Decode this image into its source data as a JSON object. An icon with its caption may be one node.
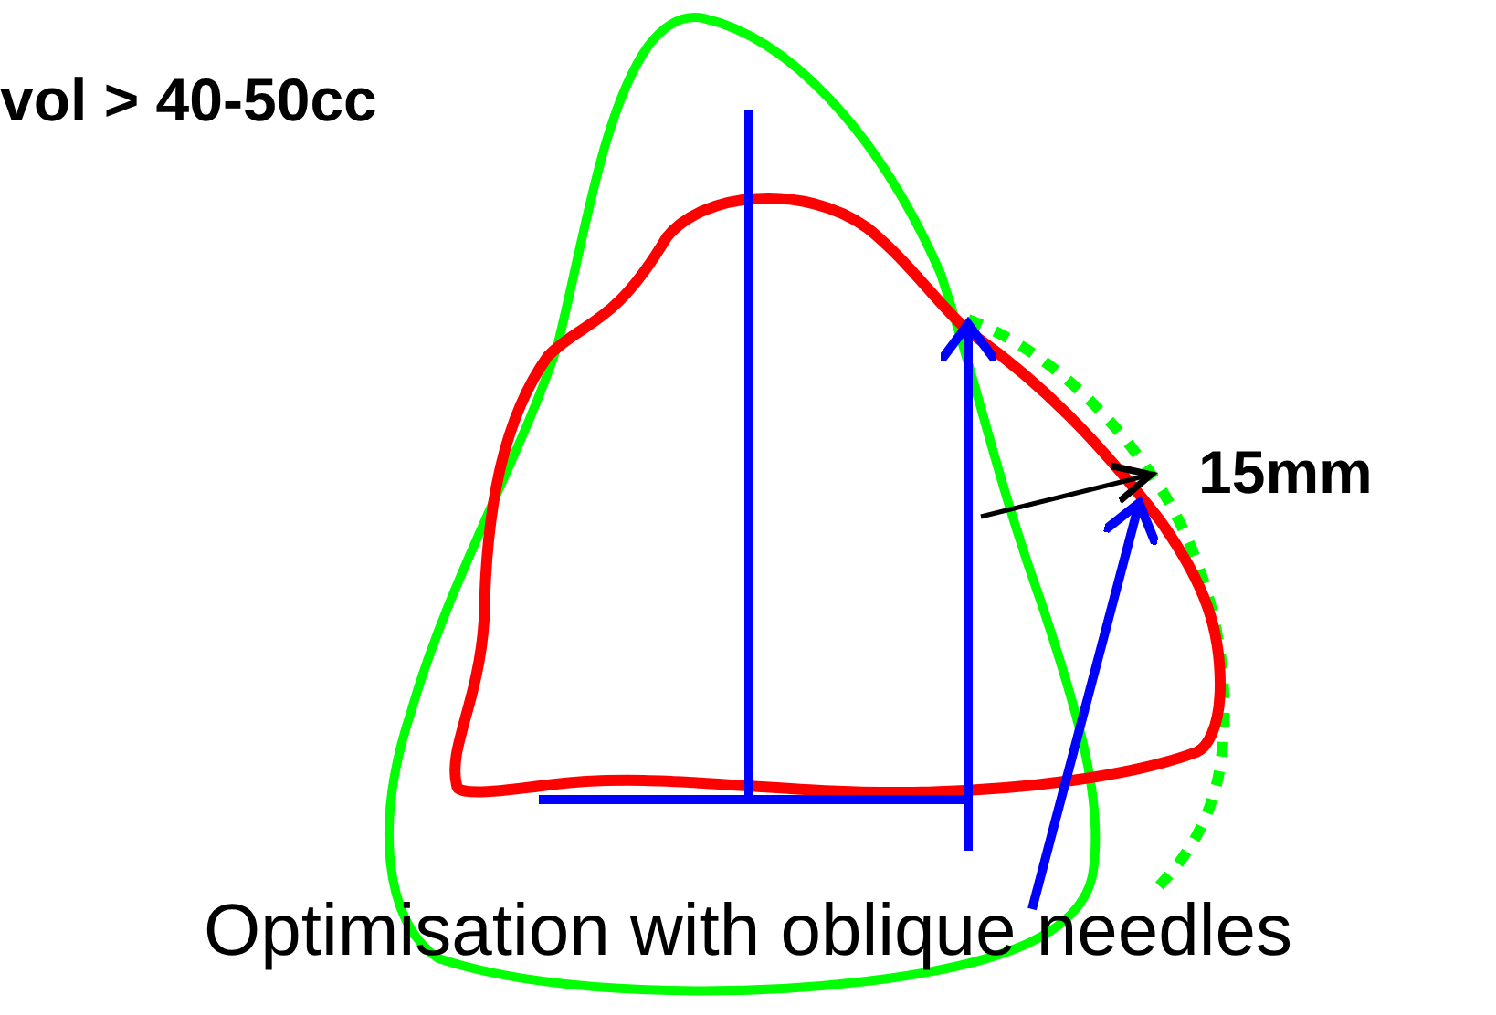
{
  "diagram": {
    "labels": [
      "vol > 40-50cc",
      "15mm"
    ],
    "caption": "Optimisation with oblique needles"
  }
}
